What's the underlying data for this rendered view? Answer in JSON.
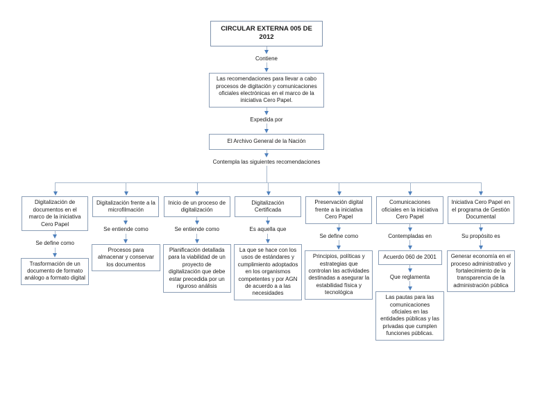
{
  "diagram": {
    "title": "CIRCULAR EXTERNA 005 DE 2012",
    "top": {
      "connector1": "Contiene",
      "summary": "Las recomendaciones para llevar a cabo procesos de digitación y comunicaciones oficiales electrónicas en el marco de la iniciativa Cero Papel.",
      "connector2": "Expedida por",
      "issuer": "El Archivo General de la Nación",
      "connector3": "Contempla las siguientes recomendaciones"
    },
    "branches": [
      {
        "header": "Digitalización de documentos en el marco de la iniciativa Cero Papel",
        "connector": "Se define como",
        "detail": "Trasformación de un documento de formato análogo a formato digital"
      },
      {
        "header": "Digitalización frente a la microfilmación",
        "connector": "Se entiende como",
        "detail": "Procesos para almacenar y conservar los documentos"
      },
      {
        "header": "Inicio de un proceso de digitalización",
        "connector": "Se entiende como",
        "detail": "Planificación detallada para la viabilidad de un proyecto de digitalización que debe estar precedida por un riguroso análisis"
      },
      {
        "header": "Digitalización Certificada",
        "connector": "Es aquella que",
        "detail": "La que se hace con los usos de estándares y cumplimiento adoptados en los organismos competentes y por AGN de acuerdo a a las necesidades"
      },
      {
        "header": "Preservación digital frente a la iniciativa Cero Papel",
        "connector": "Se define como",
        "detail": "Principios, políticas y estrategias que controlan las actividades destinadas a asegurar la estabilidad física y tecnológica"
      },
      {
        "header": "Comunicaciones oficiales en la iniciativa Cero Papel",
        "connector": "Contempladas en",
        "detail": "Acuerdo 060 de 2001",
        "connector2": "Que reglamenta",
        "detail2": "Las pautas para las comunicaciones oficiales en las entidades públicas y las privadas que cumplen funciones públicas."
      },
      {
        "header": "Iniciativa Cero Papel en el programa de Gestión Documental",
        "connector": "Su propósito es",
        "detail": "Generar economía en el proceso administrativo y fortalecimiento de la transparencia de la administración pública"
      }
    ],
    "colors": {
      "box_border": "#8a9db5",
      "arrow": "#4f81bd",
      "connector_line": "#a7b8cc"
    }
  }
}
